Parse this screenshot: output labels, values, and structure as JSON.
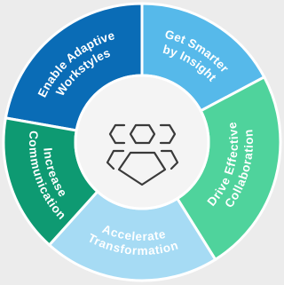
{
  "diagram": {
    "segments": [
      {
        "id": "workstyles",
        "lines": [
          "Enable Adaptive",
          "Workstyles"
        ],
        "color": "#0a6cb6"
      },
      {
        "id": "insight",
        "lines": [
          "Get Smarter",
          "by Insight"
        ],
        "color": "#56b9ea"
      },
      {
        "id": "collaboration",
        "lines": [
          "Drive Effective",
          "Collaboration"
        ],
        "color": "#4fd39c"
      },
      {
        "id": "transformation",
        "lines": [
          "Accelerate",
          "Transformation"
        ],
        "color": "#a6dbf4"
      },
      {
        "id": "communication",
        "lines": [
          "Increase",
          "Communication"
        ],
        "color": "#0e9a72"
      }
    ],
    "center": {
      "icon": "team-people-icon",
      "fill": "#f4f4f4",
      "stroke": "#3a3a3a"
    },
    "background": "#ececec"
  }
}
